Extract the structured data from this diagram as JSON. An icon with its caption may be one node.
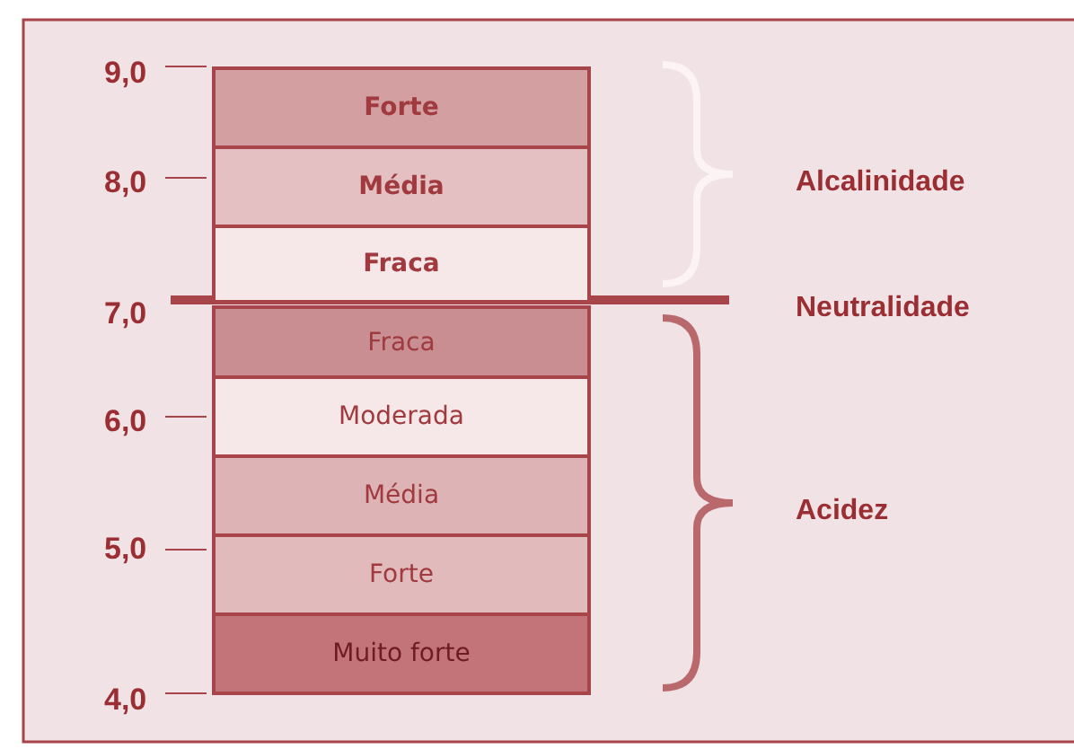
{
  "diagram": {
    "nodes": [
      {
        "text": [
          "Forte"
        ]
      },
      {
        "text": [
          "Média"
        ]
      },
      {
        "text": [
          "Fraca"
        ]
      },
      {
        "text": [
          "Fraca"
        ]
      },
      {
        "text": [
          "Moderada"
        ]
      },
      {
        "text": [
          "Média"
        ]
      },
      {
        "text": [
          "Forte"
        ]
      },
      {
        "text": [
          "Muito forte"
        ]
      }
    ],
    "labels": [
      "9,0",
      "8,0",
      "Alcalinidade",
      "7,0",
      "Neutralidade",
      "6,0",
      "Acidez",
      "5,0",
      "4,0"
    ]
  }
}
